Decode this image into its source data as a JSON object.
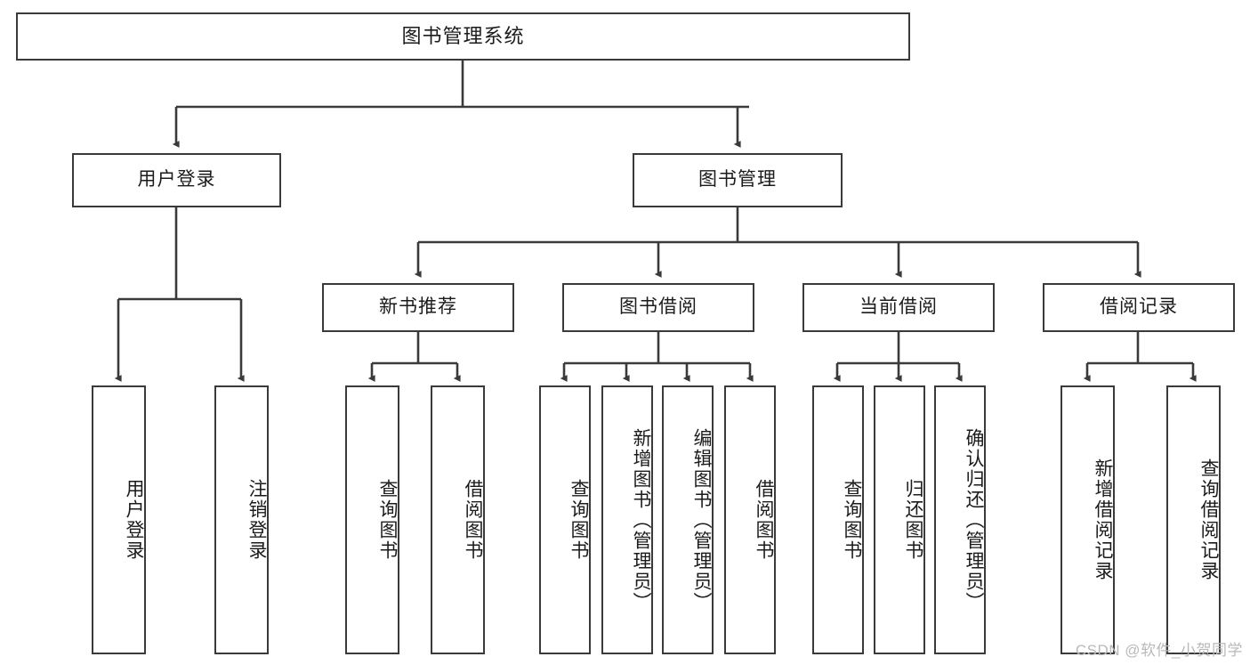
{
  "diagram": {
    "title_node": {
      "label": "图书管理系统"
    },
    "level2": [
      {
        "id": "user-login",
        "label": "用户登录"
      },
      {
        "id": "book-management",
        "label": "图书管理"
      }
    ],
    "level3": [
      {
        "id": "new-book-recommend",
        "label": "新书推荐"
      },
      {
        "id": "book-borrow",
        "label": "图书借阅"
      },
      {
        "id": "current-borrow",
        "label": "当前借阅"
      },
      {
        "id": "borrow-record",
        "label": "借阅记录"
      }
    ],
    "leaves": {
      "user_login": [
        {
          "id": "leaf-user-login",
          "label": "用户登录"
        },
        {
          "id": "leaf-logout-login",
          "label": "注销登录"
        }
      ],
      "new_book_recommend": [
        {
          "id": "leaf-query-book-1",
          "label": "查询图书"
        },
        {
          "id": "leaf-borrow-book-1",
          "label": "借阅图书"
        }
      ],
      "book_borrow": [
        {
          "id": "leaf-query-book-2",
          "label": "查询图书"
        },
        {
          "id": "leaf-add-book",
          "label": "新增图书（管理员）"
        },
        {
          "id": "leaf-edit-book",
          "label": "编辑图书（管理员）"
        },
        {
          "id": "leaf-borrow-book-2",
          "label": "借阅图书"
        }
      ],
      "current_borrow": [
        {
          "id": "leaf-query-book-3",
          "label": "查询图书"
        },
        {
          "id": "leaf-return-book",
          "label": "归还图书"
        },
        {
          "id": "leaf-confirm-return",
          "label": "确认归还（管理员）"
        }
      ],
      "borrow_record": [
        {
          "id": "leaf-add-borrow-record",
          "label": "新增借阅记录"
        },
        {
          "id": "leaf-query-borrow-record",
          "label": "查询借阅记录"
        }
      ]
    }
  },
  "watermark": {
    "text": "CSDN @软件_小贺同学"
  },
  "colors": {
    "stroke": "#3a3a3a",
    "box_fill": "#ffffff",
    "text": "#1b1b1b",
    "watermark": "#b9b9b9",
    "background": "#ffffff"
  }
}
